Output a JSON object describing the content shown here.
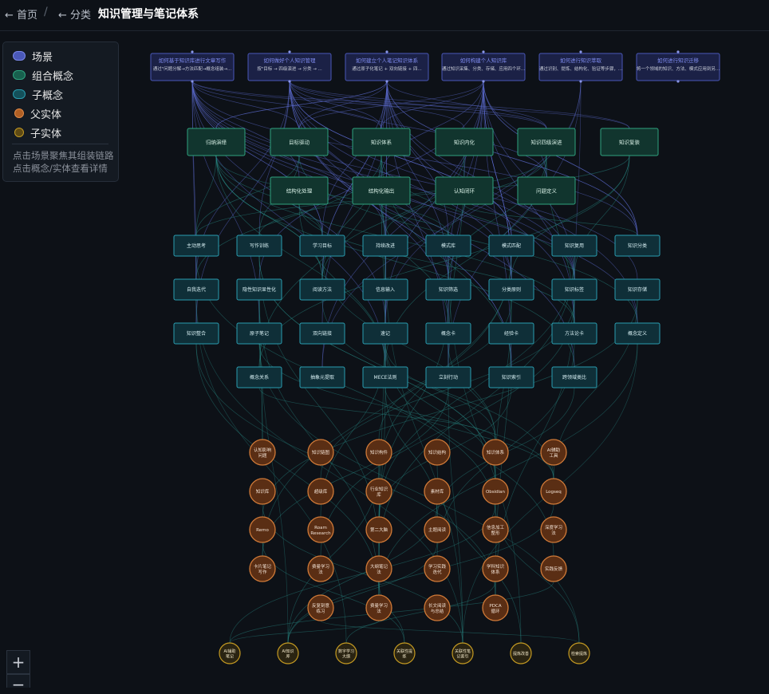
{
  "nav": {
    "home": "← 首页",
    "category": "← 分类",
    "separator": "/",
    "title": "知识管理与笔记体系"
  },
  "legend": {
    "items": [
      {
        "label": "场景",
        "color": "#5566c8",
        "shape": "pill"
      },
      {
        "label": "组合概念",
        "color": "#1e7a62",
        "shape": "pill"
      },
      {
        "label": "子概念",
        "color": "#1f7d8c",
        "shape": "pill"
      },
      {
        "label": "父实体",
        "color": "#c06a2c",
        "shape": "dot"
      },
      {
        "label": "子实体",
        "color": "#c49a22",
        "shape": "dot"
      }
    ],
    "hint1": "点击场景聚焦其组装链路",
    "hint2": "点击概念/实体查看详情"
  },
  "zoom": {
    "in": "+",
    "out": "−"
  },
  "colors": {
    "scene": "#6f7fe0",
    "combo": "#2fa37f",
    "sub": "#2a9db0",
    "parent": "#c06a2c",
    "child": "#c49a22",
    "edge_scene": "#5a68c8",
    "edge_teal": "#2a8f8a"
  },
  "scenes": [
    {
      "id": "s1",
      "title": "如何基于知识库进行文章写作",
      "desc": "通过\"问题分解→方法匹配→概念组装→..."
    },
    {
      "id": "s2",
      "title": "如何做好个人知识管理",
      "desc": "按\"目标 → 四级演进 → 分类 → ..."
    },
    {
      "id": "s3",
      "title": "如何建立个人笔记知识体系",
      "desc": "通过原子化笔记 + 双向链接 + 四..."
    },
    {
      "id": "s4",
      "title": "如何构建个人知识库",
      "desc": "通过知识采集、分类、存储、应用四个环..."
    },
    {
      "id": "s5",
      "title": "如何进行知识萃取",
      "desc": "通过识别、提炼、结构化、验证等步骤，..."
    },
    {
      "id": "s6",
      "title": "如何进行知识迁移",
      "desc": "将一个领域的知识、方法、模式应用到另..."
    }
  ],
  "combos": [
    {
      "id": "c1",
      "label": "归纳演绎"
    },
    {
      "id": "c2",
      "label": "目标驱动"
    },
    {
      "id": "c3",
      "label": "知识体系"
    },
    {
      "id": "c4",
      "label": "知识内化"
    },
    {
      "id": "c5",
      "label": "知识四级演进"
    },
    {
      "id": "c6",
      "label": "知识复装"
    },
    {
      "id": "c7",
      "label": "结构化处理"
    },
    {
      "id": "c8",
      "label": "结构化输出"
    },
    {
      "id": "c9",
      "label": "认知闭环"
    },
    {
      "id": "c10",
      "label": "问题定义"
    }
  ],
  "subs": [
    {
      "id": "u1",
      "label": "主动思考"
    },
    {
      "id": "u2",
      "label": "写作训练"
    },
    {
      "id": "u3",
      "label": "学习目标"
    },
    {
      "id": "u4",
      "label": "持续改进"
    },
    {
      "id": "u5",
      "label": "模式库"
    },
    {
      "id": "u6",
      "label": "模式匹配"
    },
    {
      "id": "u7",
      "label": "知识复用"
    },
    {
      "id": "u8",
      "label": "知识分类"
    },
    {
      "id": "u9",
      "label": "自我迭代"
    },
    {
      "id": "u10",
      "label": "隐性知识显性化"
    },
    {
      "id": "u11",
      "label": "阅读方法"
    },
    {
      "id": "u12",
      "label": "信息输入"
    },
    {
      "id": "u13",
      "label": "知识筛选"
    },
    {
      "id": "u14",
      "label": "分类原则"
    },
    {
      "id": "u15",
      "label": "知识标签"
    },
    {
      "id": "u16",
      "label": "知识存储"
    },
    {
      "id": "u17",
      "label": "知识整合"
    },
    {
      "id": "u18",
      "label": "原子笔记"
    },
    {
      "id": "u19",
      "label": "双向链接"
    },
    {
      "id": "u20",
      "label": "速记"
    },
    {
      "id": "u21",
      "label": "概念卡"
    },
    {
      "id": "u22",
      "label": "经验卡"
    },
    {
      "id": "u23",
      "label": "方法论卡"
    },
    {
      "id": "u24",
      "label": "概念定义"
    },
    {
      "id": "u25",
      "label": "概念关系"
    },
    {
      "id": "u26",
      "label": "抽象元提取"
    },
    {
      "id": "u27",
      "label": "MECE法则"
    },
    {
      "id": "u28",
      "label": "立刻行动"
    },
    {
      "id": "u29",
      "label": "知识索引"
    },
    {
      "id": "u30",
      "label": "跨领域类比"
    }
  ],
  "parents": [
    {
      "id": "p1",
      "label": "认知影响问题"
    },
    {
      "id": "p2",
      "label": "知识链图"
    },
    {
      "id": "p3",
      "label": "知识构件"
    },
    {
      "id": "p4",
      "label": "知识结构"
    },
    {
      "id": "p5",
      "label": "知识体系"
    },
    {
      "id": "p6",
      "label": "AI辅助工具"
    },
    {
      "id": "p7",
      "label": "知识库"
    },
    {
      "id": "p8",
      "label": "超级库"
    },
    {
      "id": "p9",
      "label": "行业知识库"
    },
    {
      "id": "p10",
      "label": "素材库"
    },
    {
      "id": "p11",
      "label": "Obsidian"
    },
    {
      "id": "p12",
      "label": "Logseq"
    },
    {
      "id": "p13",
      "label": "Remo"
    },
    {
      "id": "p14",
      "label": "Roam Research"
    },
    {
      "id": "p15",
      "label": "第二大脑"
    },
    {
      "id": "p16",
      "label": "主题阅读"
    },
    {
      "id": "p17",
      "label": "信息加工整形"
    },
    {
      "id": "p18",
      "label": "深度学习法"
    },
    {
      "id": "p19",
      "label": "卡片笔记写作"
    },
    {
      "id": "p20",
      "label": "费曼学习法"
    },
    {
      "id": "p21",
      "label": "大纲笔记法"
    },
    {
      "id": "p22",
      "label": "学习实践迭代"
    },
    {
      "id": "p23",
      "label": "学科知识体系"
    },
    {
      "id": "p24",
      "label": "实践反馈"
    },
    {
      "id": "p25",
      "label": "反复刻意练习"
    },
    {
      "id": "p26",
      "label": "费曼学习法"
    },
    {
      "id": "p27",
      "label": "长文阅读与总结"
    },
    {
      "id": "p28",
      "label": "PDCA循环"
    }
  ],
  "children": [
    {
      "id": "k1",
      "label": "AI辅助笔记"
    },
    {
      "id": "k2",
      "label": "AI知识库"
    },
    {
      "id": "k3",
      "label": "数字学习大纲"
    },
    {
      "id": "k4",
      "label": "关联性提炼"
    },
    {
      "id": "k5",
      "label": "关联性笔记索引"
    },
    {
      "id": "k6",
      "label": "提炼改善"
    },
    {
      "id": "k7",
      "label": "检索提炼"
    }
  ]
}
